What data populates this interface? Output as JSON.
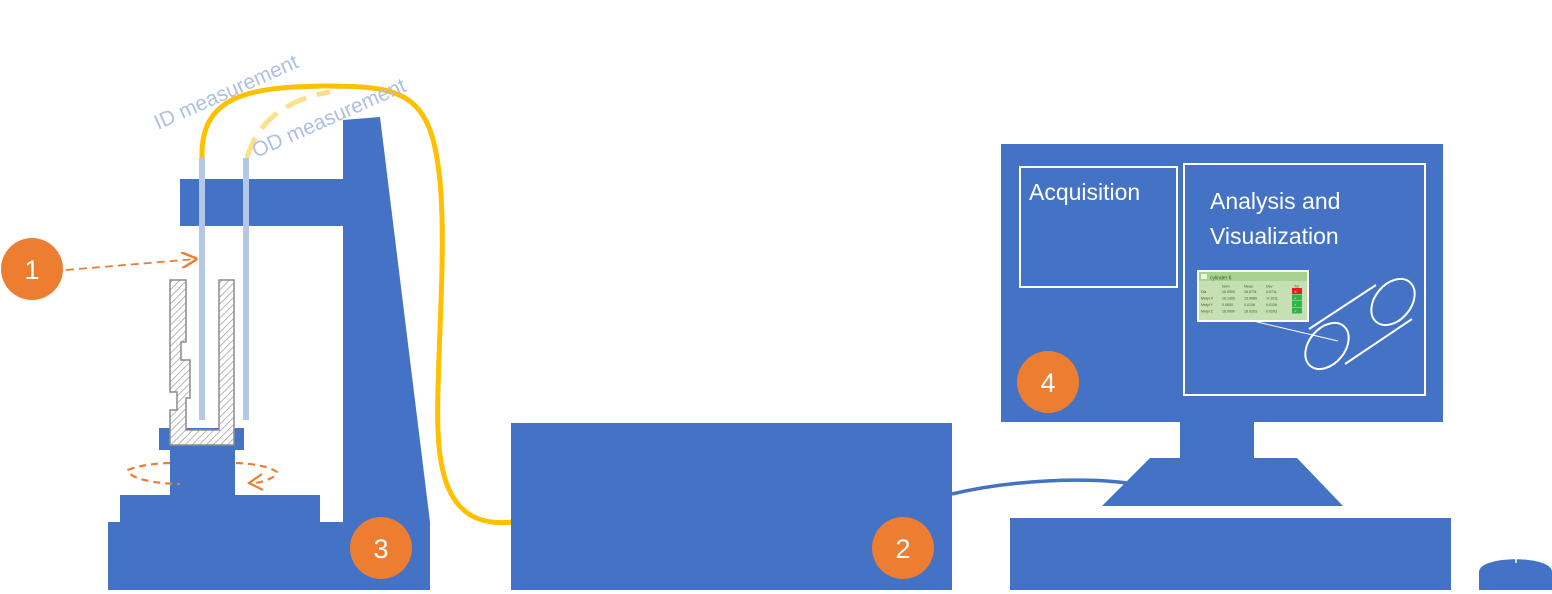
{
  "labels": {
    "id_measurement": "ID measurement",
    "od_measurement": "OD measurement",
    "acquisition": "Acquisition",
    "analysis_line1": "Analysis and",
    "analysis_line2": "Visualization"
  },
  "badges": [
    "1",
    "2",
    "3",
    "4"
  ],
  "thumbnail": {
    "title": "cylinder 6",
    "columns": [
      "",
      "Nom",
      "Meas",
      "Dev",
      "Tol"
    ],
    "rows": [
      [
        "Dia",
        "16.0000",
        "16.0711",
        "0.0711",
        "✕"
      ],
      [
        "Metyl X",
        "16.1000",
        "15.9989",
        "-0.1011",
        "✓"
      ],
      [
        "Metyl Y",
        "0.0000",
        "0.0126",
        "0.0126",
        "✓"
      ],
      [
        "Metyl Z",
        "16.0000",
        "16.0203",
        "0.0203",
        "✓"
      ]
    ]
  },
  "colors": {
    "equipment": "#4472c4",
    "badge": "#ed7d31",
    "fiber": "#ffc000",
    "fiber_faint": "#ffe08a",
    "probe": "#b4c7e7",
    "label_faint": "#aebfe3"
  }
}
